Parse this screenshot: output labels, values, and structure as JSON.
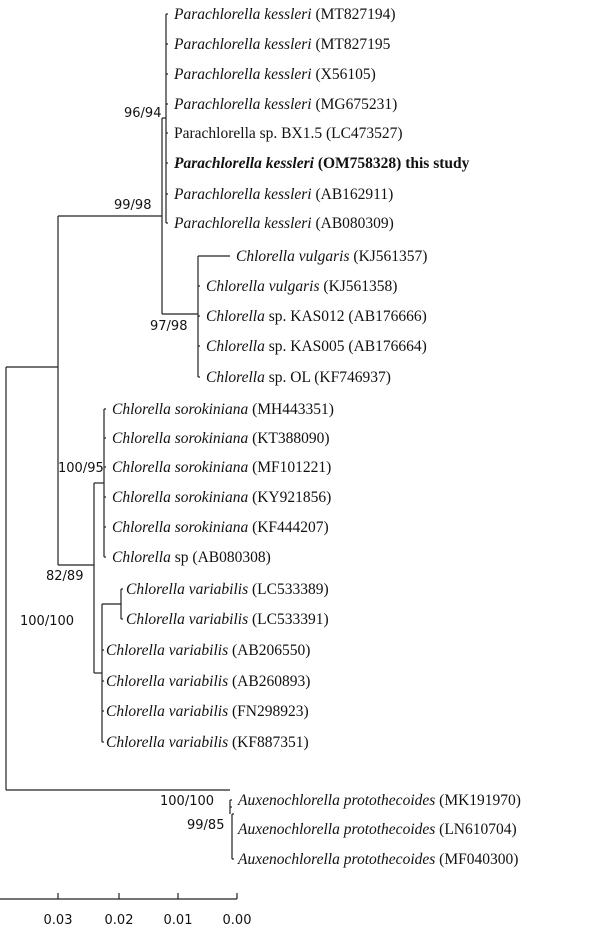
{
  "taxa": [
    {
      "name": "Parachlorella kessleri",
      "acc": "(MT827194)",
      "italic": "full",
      "bold": false
    },
    {
      "name": "Parachlorella kessleri",
      "acc": "(MT827195",
      "italic": "full",
      "bold": false
    },
    {
      "name": "Parachlorella kessleri",
      "acc": "(X56105)",
      "italic": "full",
      "bold": false
    },
    {
      "name": "Parachlorella kessleri",
      "acc": "(MG675231)",
      "italic": "full",
      "bold": false
    },
    {
      "name": "Parachlorella sp. BX1.5",
      "acc": "(LC473527)",
      "italic": "none",
      "bold": false
    },
    {
      "name": "Parachlorella kessleri",
      "acc": "(OM758328) this study",
      "italic": "full",
      "bold": true
    },
    {
      "name": "Parachlorella kessleri",
      "acc": "(AB162911)",
      "italic": "full",
      "bold": false
    },
    {
      "name": "Parachlorella kessleri",
      "acc": "(AB080309)",
      "italic": "full",
      "bold": false
    },
    {
      "name": "Chlorella vulgaris",
      "acc": "(KJ561357)",
      "italic": "full",
      "bold": false
    },
    {
      "name": "Chlorella vulgaris",
      "acc": "(KJ561358)",
      "italic": "full",
      "bold": false
    },
    {
      "name": "Chlorella",
      "rest": "sp. KAS012",
      "acc": "(AB176666)",
      "italic": "genus",
      "bold": false
    },
    {
      "name": "Chlorella",
      "rest": "sp. KAS005",
      "acc": "(AB176664)",
      "italic": "genus",
      "bold": false
    },
    {
      "name": "Chlorella",
      "rest": "sp. OL",
      "acc": "(KF746937)",
      "italic": "genus",
      "bold": false
    },
    {
      "name": "Chlorella sorokiniana",
      "acc": "(MH443351)",
      "italic": "full",
      "bold": false
    },
    {
      "name": "Chlorella sorokiniana",
      "acc": "(KT388090)",
      "italic": "full",
      "bold": false
    },
    {
      "name": "Chlorella sorokiniana",
      "acc": "(MF101221)",
      "italic": "full",
      "bold": false
    },
    {
      "name": "Chlorella sorokiniana",
      "acc": "(KY921856)",
      "italic": "full",
      "bold": false
    },
    {
      "name": "Chlorella sorokiniana",
      "acc": "(KF444207)",
      "italic": "full",
      "bold": false
    },
    {
      "name": "Chlorella",
      "rest": "sp",
      "acc": "(AB080308)",
      "italic": "genus",
      "bold": false
    },
    {
      "name": "Chlorella variabilis",
      "acc": "(LC533389)",
      "italic": "full",
      "bold": false
    },
    {
      "name": "Chlorella variabilis",
      "acc": "(LC533391)",
      "italic": "full",
      "bold": false
    },
    {
      "name": "Chlorella variabilis",
      "acc": "(AB206550)",
      "italic": "full",
      "bold": false
    },
    {
      "name": "Chlorella variabilis",
      "acc": "(AB260893)",
      "italic": "full",
      "bold": false
    },
    {
      "name": "Chlorella variabilis",
      "acc": "(FN298923)",
      "italic": "full",
      "bold": false
    },
    {
      "name": "Chlorella variabilis",
      "acc": "(KF887351)",
      "italic": "full",
      "bold": false
    },
    {
      "name": "Auxenochlorella protothecoides",
      "acc": "(MK191970)",
      "italic": "full",
      "bold": false
    },
    {
      "name": "Auxenochlorella protothecoides",
      "acc": "(LN610704)",
      "italic": "full",
      "bold": false
    },
    {
      "name": "Auxenochlorella protothecoides",
      "acc": "(MF040300)",
      "italic": "full",
      "bold": false
    }
  ],
  "support_values": {
    "parachlorella_subclade": "96/94",
    "parachlorella_chlorella_vulgaris": "99/98",
    "chlorella_vulgaris_clade": "97/98",
    "chlorella_sorokiniana_clade": "100/95",
    "sorokiniana_variabilis": "82/89",
    "ingroup": "100/100",
    "auxenochlorella_clade": "100/100",
    "auxenochlorella_subclade": "99/85"
  },
  "scale_bar": {
    "ticks": [
      "0.03",
      "0.02",
      "0.01",
      "0.00"
    ]
  }
}
